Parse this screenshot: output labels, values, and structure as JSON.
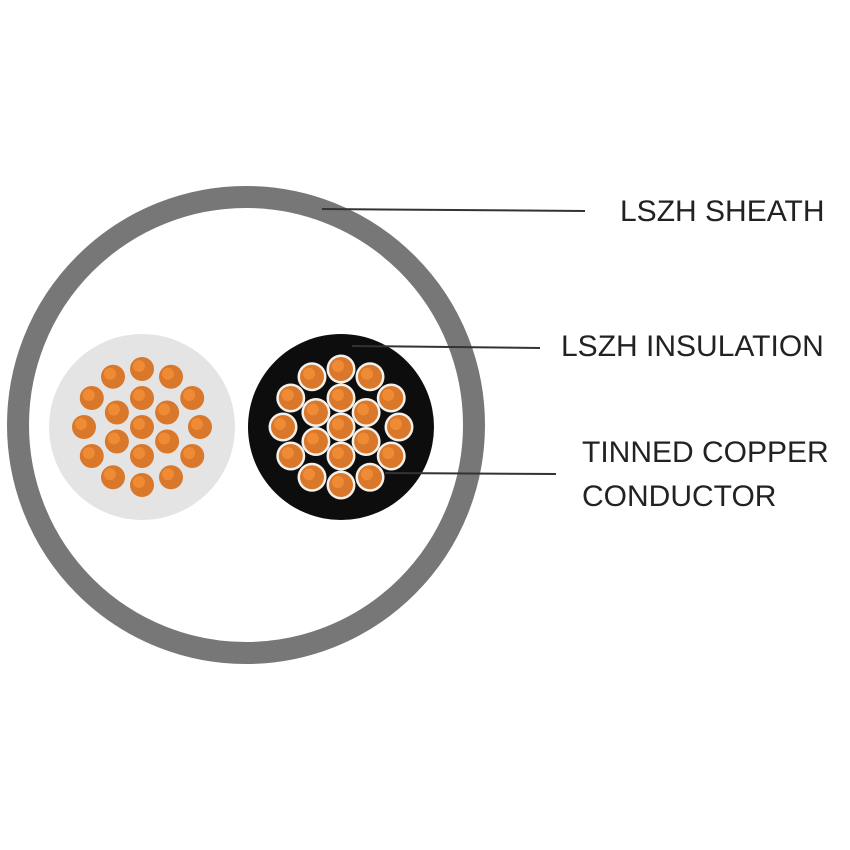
{
  "colors": {
    "sheath": "#777777",
    "white_insulation": "#e4e4e4",
    "black_insulation": "#0d0d0d",
    "copper": "#d9772a",
    "copper_light": "#f08b35",
    "tin": "#f4f1ec",
    "leader": "#333333",
    "text": "#222222"
  },
  "labels": {
    "sheath": "LSZH SHEATH",
    "insulation": "LSZH INSULATION",
    "conductor_line1": "TINNED COPPER",
    "conductor_line2": "CONDUCTOR"
  },
  "cores": [
    {
      "insulation_color": "white",
      "strand_count": 19
    },
    {
      "insulation_color": "black",
      "strand_count": 19
    }
  ]
}
